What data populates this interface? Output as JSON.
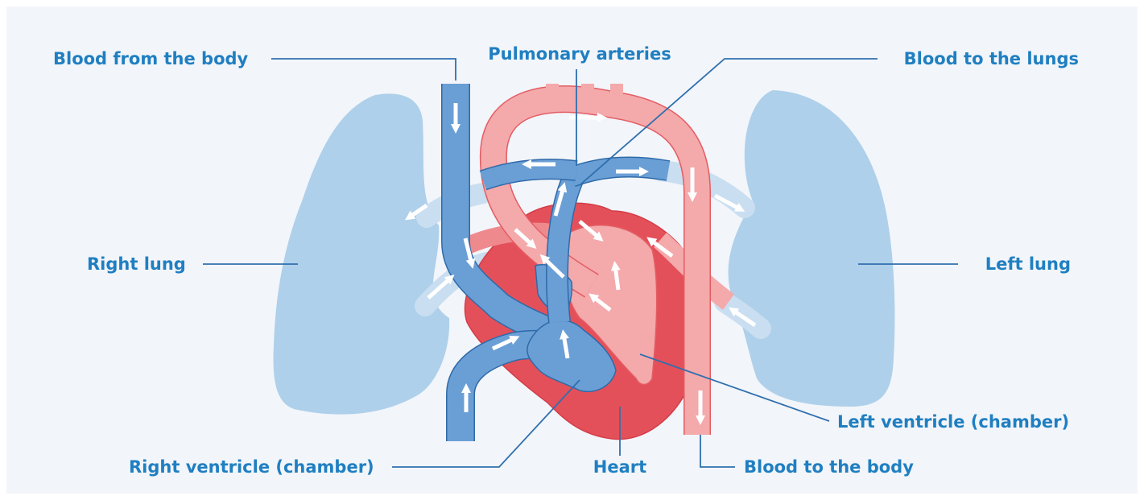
{
  "colors": {
    "background": "#f2f5fa",
    "label": "#1f7fc1",
    "leader_line": "#2f6fae",
    "lung": "#aed0ea",
    "lung_vessel": "#c9def0",
    "deoxygenated_blood": "#6a9fd6",
    "vein_outline": "#2f6aa8",
    "oxygenated_blood": "#f4a9ab",
    "artery_outline": "#e35d63",
    "heart_muscle": "#e4505a",
    "flow_arrow": "#ffffff"
  },
  "labels": {
    "blood_from_body": "Blood from the body",
    "pulmonary_arteries": "Pulmonary arteries",
    "blood_to_lungs": "Blood to the lungs",
    "right_lung": "Right lung",
    "left_lung": "Left lung",
    "left_ventricle": "Left ventricle (chamber)",
    "right_ventricle": "Right ventricle (chamber)",
    "heart": "Heart",
    "blood_to_body": "Blood to the body"
  }
}
